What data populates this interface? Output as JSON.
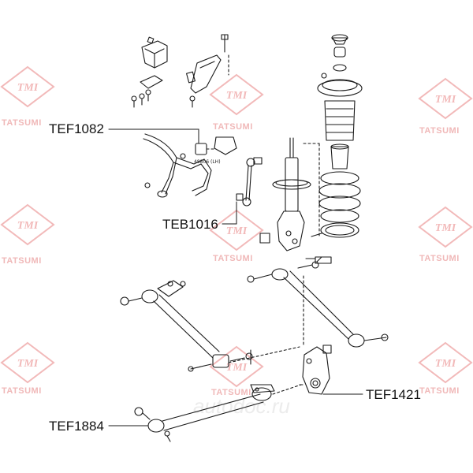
{
  "watermark": {
    "brand_mark": "TMI",
    "brand_name": "TATSUMI",
    "color": "#f2b9b9",
    "site_mark": "autodoc.ru"
  },
  "callouts": [
    {
      "id": "tef1082",
      "label": "TEF1082"
    },
    {
      "id": "teb1016",
      "label": "TEB1016"
    },
    {
      "id": "tef1421",
      "label": "TEF1421"
    },
    {
      "id": "tef1884",
      "label": "TEF1884"
    }
  ],
  "part_number_label": "48806 (LH)",
  "colors": {
    "line": "#1a1a1a",
    "text": "#111111"
  }
}
